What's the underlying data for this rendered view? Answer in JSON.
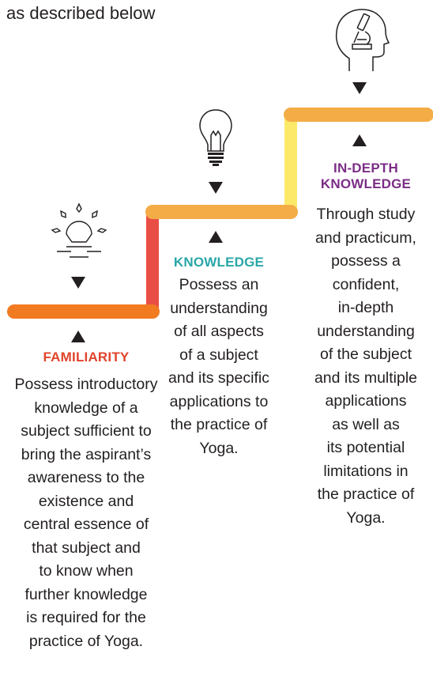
{
  "intro": "as described below",
  "colors": {
    "orange": "#f27a21",
    "red": "#e94e45",
    "amber": "#f4ac46",
    "yellow": "#fce96a",
    "familiarity": "#e0442b",
    "knowledge": "#2aa7a8",
    "in_depth": "#7b2d86"
  },
  "levels": [
    {
      "title": "FAMILIARITY",
      "description": "Possess introductory\nknowledge of a\nsubject sufficient to\nbring the aspirant’s\nawareness to the\nexistence and\ncentral essence of\nthat subject and\nto know when\nfurther knowledge\nis required for the\npractice of Yoga.",
      "icon": "dim-lightbulb-icon"
    },
    {
      "title": "KNOWLEDGE",
      "description": "Possess an\nunderstanding\nof all aspects\nof a subject\nand its specific\napplications to\nthe practice of\nYoga.",
      "icon": "lightbulb-icon"
    },
    {
      "title": "IN-DEPTH\nKNOWLEDGE",
      "description": "Through study\nand practicum,\npossess a\nconfident,\nin-depth\nunderstanding\nof the subject\nand its multiple\napplications\nas well as\nits potential\nlimitations in\nthe practice of\nYoga.",
      "icon": "head-microscope-icon"
    }
  ]
}
